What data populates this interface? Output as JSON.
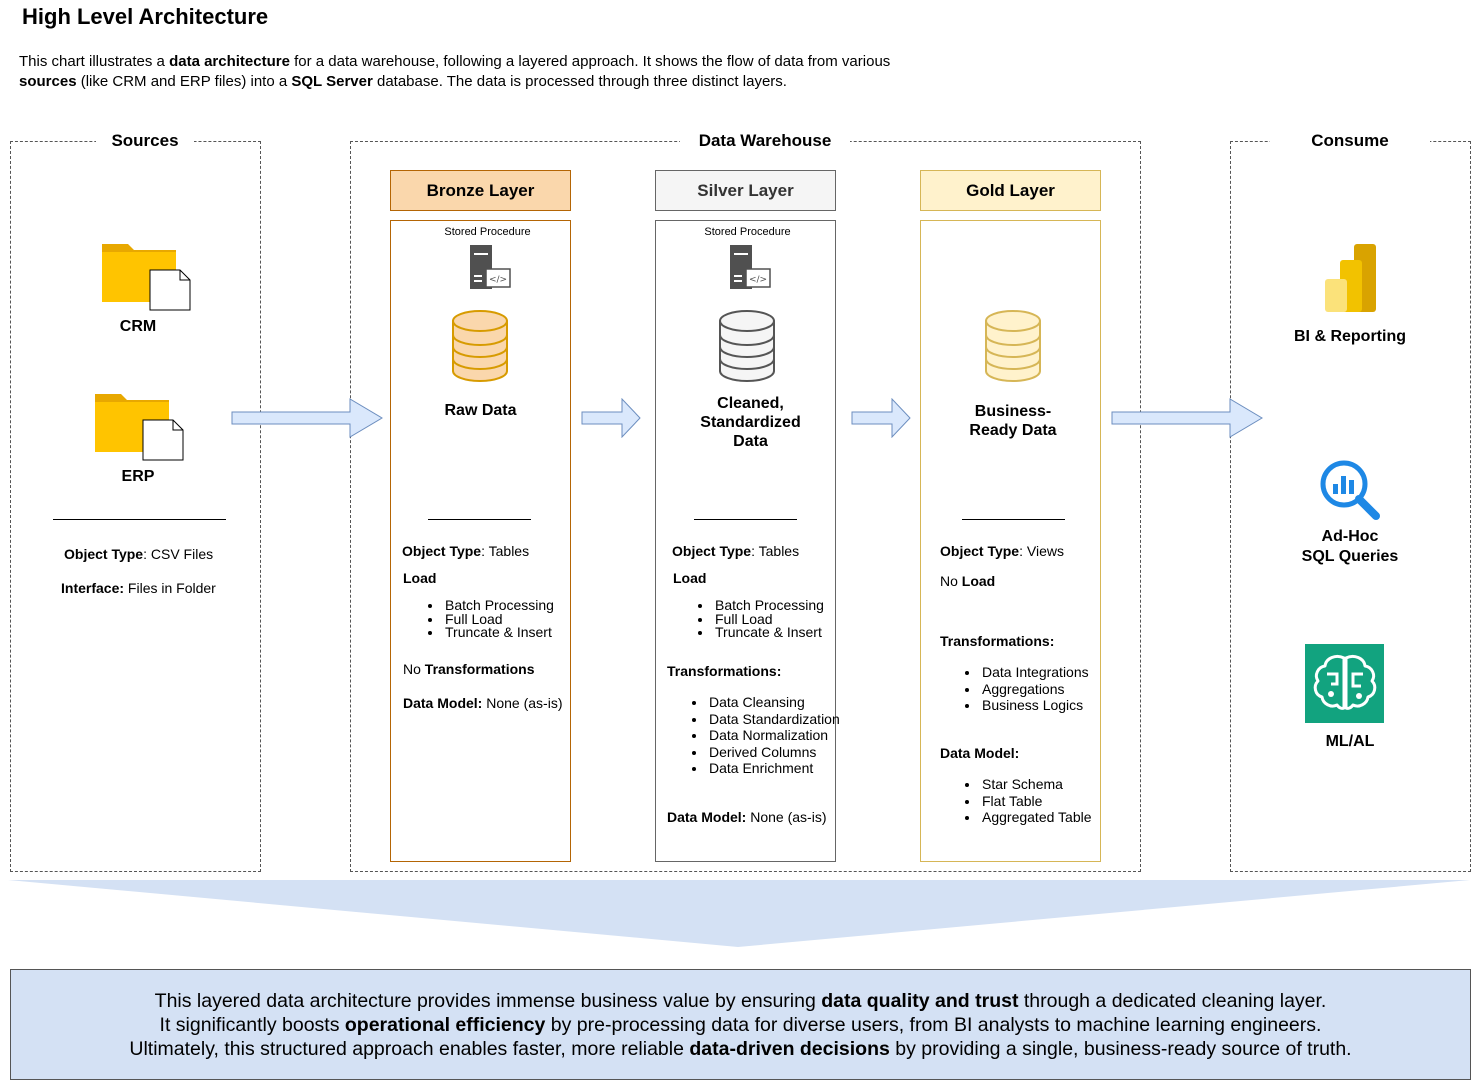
{
  "title": "High Level Architecture",
  "intro": {
    "p1": "This chart illustrates a ",
    "b1": "data architecture",
    "p2": " for a data warehouse, following a layered approach. It shows the flow of data from various",
    "b2": "sources",
    "p3": " (like CRM and ERP files) into a ",
    "b3": "SQL Server",
    "p4": " database. The data is processed through three distinct layers."
  },
  "sources": {
    "title": "Sources",
    "items": [
      {
        "label": "CRM",
        "icon": "folder-file-icon"
      },
      {
        "label": "ERP",
        "icon": "folder-file-icon"
      }
    ],
    "object_type_label": "Object Type",
    "object_type_value": ": CSV Files",
    "interface_label": "Interface:",
    "interface_value": " Files in Folder"
  },
  "warehouse": {
    "title": "Data Warehouse",
    "bronze": {
      "header": "Bronze Layer",
      "stored_procedure": "Stored Procedure",
      "center": "Raw Data",
      "object_type_label": "Object Type",
      "object_type_value": ": Tables",
      "load_label": "Load",
      "load_items": [
        "Batch Processing",
        "Full Load",
        "Truncate & Insert"
      ],
      "transform_prefix": "No ",
      "transform_label": "Transformations",
      "model_label": "Data Model:",
      "model_value": " None (as-is)"
    },
    "silver": {
      "header": "Silver Layer",
      "stored_procedure": "Stored Procedure",
      "center_l1": "Cleaned,",
      "center_l2": "Standardized",
      "center_l3": "Data",
      "object_type_label": "Object Type",
      "object_type_value": ": Tables",
      "load_label": "Load",
      "load_items": [
        "Batch Processing",
        "Full Load",
        "Truncate & Insert"
      ],
      "transform_label": "Transformations:",
      "transform_items": [
        "Data Cleansing",
        "Data Standardization",
        "Data Normalization",
        "Derived Columns",
        "Data Enrichment"
      ],
      "model_label": "Data Model:",
      "model_value": " None (as-is)"
    },
    "gold": {
      "header": "Gold Layer",
      "center_l1": "Business-",
      "center_l2": "Ready Data",
      "object_type_label": "Object Type",
      "object_type_value": ": Views",
      "load_prefix": "No ",
      "load_label": "Load",
      "transform_label": "Transformations:",
      "transform_items": [
        "Data Integrations",
        "Aggregations",
        "Business Logics"
      ],
      "model_label": "Data Model:",
      "model_items": [
        "Star Schema",
        "Flat Table",
        "Aggregated Table"
      ]
    }
  },
  "consume": {
    "title": "Consume",
    "bi": "BI & Reporting",
    "adhoc_l1": "Ad-Hoc",
    "adhoc_l2": "SQL Queries",
    "ml": "ML/AL"
  },
  "summary": {
    "l1a": "This layered data architecture provides immense business value by ensuring ",
    "l1b": "data quality and trust",
    "l1c": " through a dedicated cleaning layer.",
    "l2a": "It significantly boosts ",
    "l2b": "operational efficiency",
    "l2c": " by pre-processing data for diverse users, from BI analysts to machine learning engineers.",
    "l3a": "Ultimately, this structured approach enables faster, more reliable ",
    "l3b": "data-driven decisions",
    "l3c": " by providing a single, business-ready source of truth."
  },
  "colors": {
    "bronze_fill": "#fad7ac",
    "bronze_stroke": "#b46504",
    "silver_fill": "#f5f5f5",
    "silver_stroke": "#666666",
    "gold_fill": "#fff2cc",
    "gold_stroke": "#d6b656",
    "arrow_fill": "#dae8fc",
    "arrow_stroke": "#6c8ebf",
    "summary_fill": "#d4e1f4"
  }
}
